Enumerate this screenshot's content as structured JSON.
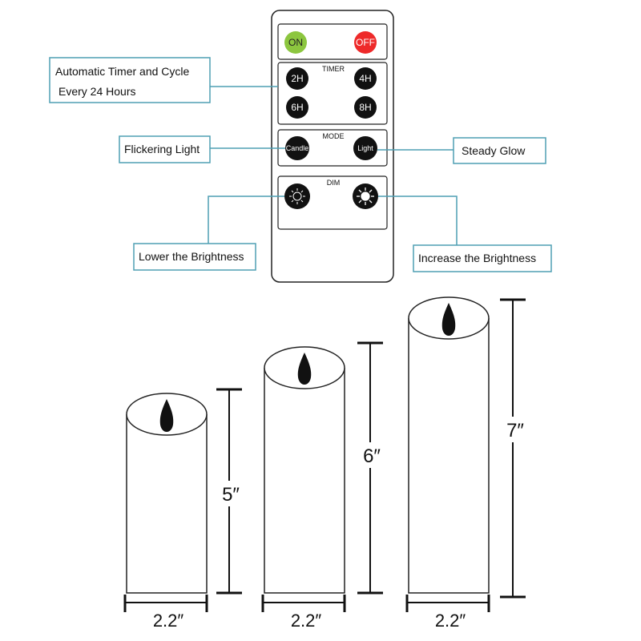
{
  "remote": {
    "on_label": "ON",
    "off_label": "OFF",
    "on_color": "#8cc63f",
    "off_color": "#ee2a2a",
    "timer_title": "TIMER",
    "timer_buttons": [
      "2H",
      "4H",
      "6H",
      "8H"
    ],
    "mode_title": "MODE",
    "mode_buttons": [
      "Candle",
      "Light"
    ],
    "dim_title": "DIM",
    "dim_buttons": [
      "sun-dim-icon",
      "sun-bright-icon"
    ]
  },
  "callouts": {
    "timer_line1": "Automatic Timer and Cycle",
    "timer_line2": "Every 24 Hours",
    "flicker": "Flickering Light",
    "steady": "Steady Glow",
    "lower": "Lower the Brightness",
    "increase": "Increase the Brightness",
    "border_color": "#4f9fb3"
  },
  "candles": [
    {
      "height": "5″",
      "width": "2.2″"
    },
    {
      "height": "6″",
      "width": "2.2″"
    },
    {
      "height": "7″",
      "width": "2.2″"
    }
  ]
}
